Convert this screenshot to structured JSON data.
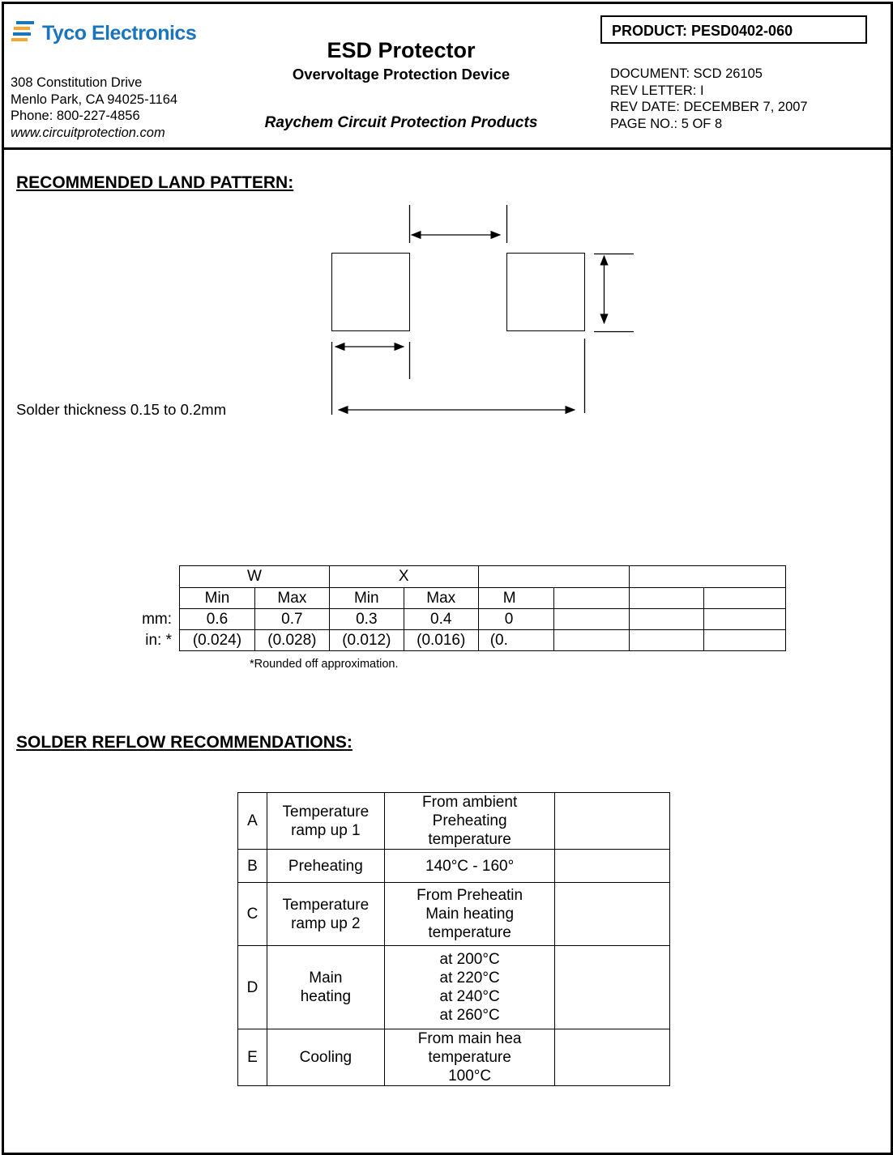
{
  "header": {
    "company": "Tyco Electronics",
    "address": [
      "308 Constitution Drive",
      "Menlo Park, CA  94025-1164",
      "Phone: 800-227-4856"
    ],
    "website": "www.circuitprotection.com",
    "title": "ESD Protector",
    "subtitle": "Overvoltage Protection Device",
    "division": "Raychem Circuit Protection Products",
    "product": "PRODUCT:  PESD0402-060",
    "document": "DOCUMENT:  SCD 26105",
    "rev_letter": "REV LETTER: I",
    "rev_date": "REV DATE: DECEMBER 7, 2007",
    "page_no": "PAGE NO.: 5 OF 8",
    "colors": {
      "logo_blue": "#1b75bb",
      "logo_orange": "#f7a731"
    }
  },
  "land_pattern": {
    "heading": "RECOMMENDED LAND PATTERN:",
    "solder_note": "Solder thickness 0.15 to 0.2mm",
    "table": {
      "group_headers": [
        "W",
        "X",
        "",
        ""
      ],
      "sub_headers": [
        "Min",
        "Max",
        "Min",
        "Max",
        "M",
        "",
        "",
        ""
      ],
      "rows": [
        {
          "label": "mm:",
          "values": [
            "0.6",
            "0.7",
            "0.3",
            "0.4",
            "0",
            "",
            "",
            ""
          ]
        },
        {
          "label": "in: *",
          "values": [
            "(0.024)",
            "(0.028)",
            "(0.012)",
            "(0.016)",
            "(0.",
            "",
            "",
            ""
          ]
        }
      ],
      "footnote": "*Rounded off approximation."
    }
  },
  "reflow": {
    "heading": "SOLDER REFLOW RECOMMENDATIONS:",
    "rows": [
      {
        "id": "A",
        "stage": [
          "Temperature",
          "ramp up 1"
        ],
        "condition": [
          "From ambient",
          "Preheating",
          "temperature"
        ],
        "value": ""
      },
      {
        "id": "B",
        "stage": [
          "Preheating"
        ],
        "condition": [
          "140°C - 160°"
        ],
        "value": ""
      },
      {
        "id": "C",
        "stage": [
          "Temperature",
          "ramp up 2"
        ],
        "condition": [
          "From Preheatin",
          "Main heating",
          "temperature"
        ],
        "value": ""
      },
      {
        "id": "D",
        "stage": [
          "Main",
          "heating"
        ],
        "condition": [
          "at 200°C",
          "at 220°C",
          "at 240°C",
          "at 260°C"
        ],
        "value": ""
      },
      {
        "id": "E",
        "stage": [
          "Cooling"
        ],
        "condition": [
          "From main hea",
          "temperature",
          "100°C"
        ],
        "value": ""
      }
    ]
  }
}
